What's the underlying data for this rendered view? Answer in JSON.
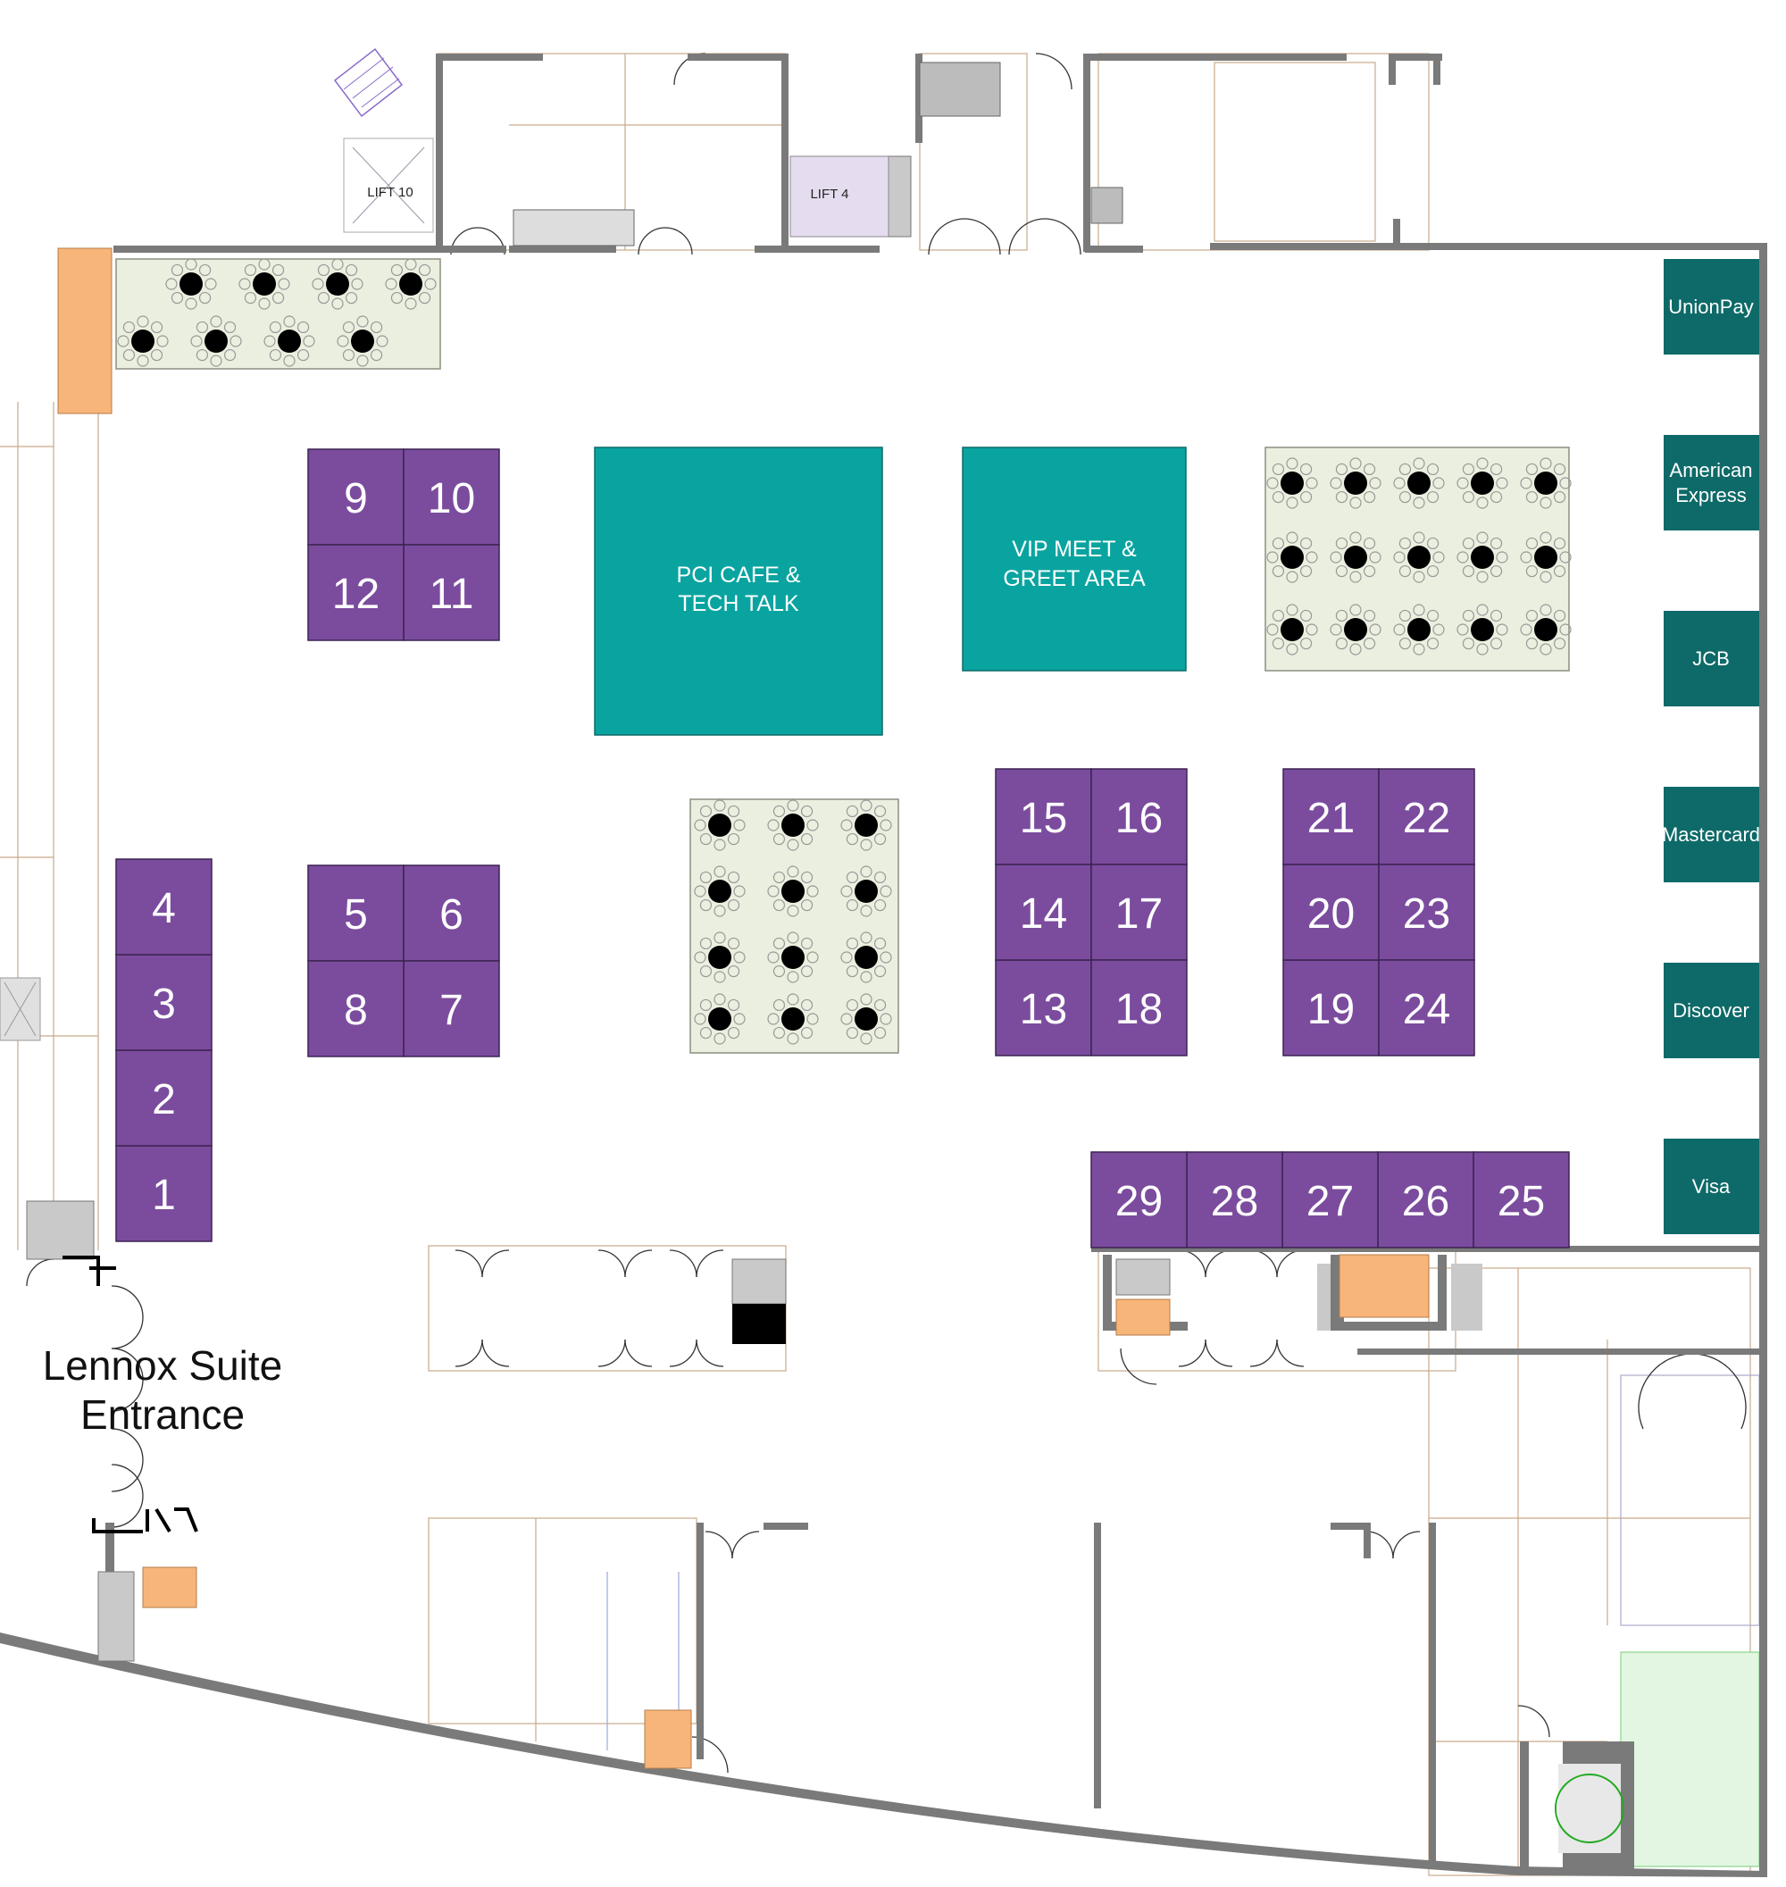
{
  "map": {
    "entrance": {
      "line1": "Lennox Suite",
      "line2": "Entrance"
    },
    "lifts": [
      "LIFT 10",
      "LIFT 4"
    ],
    "features": [
      {
        "id": "pci-cafe",
        "line1": "PCI CAFE &",
        "line2": "TECH TALK"
      },
      {
        "id": "vip",
        "line1": "VIP MEET &",
        "line2": "GREET AREA"
      }
    ],
    "sponsors": [
      {
        "line1": "UnionPay",
        "line2": ""
      },
      {
        "line1": "American",
        "line2": "Express"
      },
      {
        "line1": "JCB",
        "line2": ""
      },
      {
        "line1": "Mastercard",
        "line2": ""
      },
      {
        "line1": "Discover",
        "line2": ""
      },
      {
        "line1": "Visa",
        "line2": ""
      }
    ],
    "booths": [
      "1",
      "2",
      "3",
      "4",
      "5",
      "6",
      "7",
      "8",
      "9",
      "10",
      "11",
      "12",
      "13",
      "14",
      "15",
      "16",
      "17",
      "18",
      "19",
      "20",
      "21",
      "22",
      "23",
      "24",
      "25",
      "26",
      "27",
      "28",
      "29"
    ],
    "colors": {
      "booth": "#7b4c9e",
      "feature": "#0aa4a0",
      "sponsor": "#0e6a68",
      "seating": "#eaefdf",
      "wall": "#7a7a7a",
      "service": "#f8b57a"
    }
  }
}
